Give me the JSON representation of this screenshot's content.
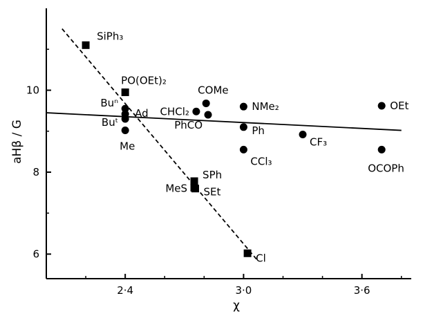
{
  "chart_data": {
    "type": "scatter",
    "xlabel": "χ",
    "ylabel": "aHβ / G",
    "xlim": [
      2.0,
      3.85
    ],
    "ylim": [
      5.4,
      12.0
    ],
    "xticks": [
      {
        "value": 2.4,
        "label": "2·4"
      },
      {
        "value": 3.0,
        "label": "3·0"
      },
      {
        "value": 3.6,
        "label": "3·6"
      }
    ],
    "yticks": [
      {
        "value": 6,
        "label": "6"
      },
      {
        "value": 8,
        "label": "8"
      },
      {
        "value": 10,
        "label": "10"
      }
    ],
    "grid": false,
    "legend": "none",
    "series": [
      {
        "marker": "square",
        "points": [
          {
            "x": 2.2,
            "y": 11.1,
            "label": "SiPh₃"
          },
          {
            "x": 2.4,
            "y": 9.95,
            "label": "PO(OEt)₂"
          },
          {
            "x": 2.75,
            "y": 7.78,
            "label": "SPh"
          },
          {
            "x": 2.75,
            "y": 7.62,
            "label": "MeS"
          },
          {
            "x": 2.755,
            "y": 7.6,
            "label": "SEt"
          },
          {
            "x": 3.02,
            "y": 6.02,
            "label": "Cl"
          }
        ],
        "fit_line": {
          "style": "dashed",
          "from": [
            2.08,
            11.5
          ],
          "to": [
            3.07,
            5.85
          ]
        }
      },
      {
        "marker": "circle",
        "points": [
          {
            "x": 2.4,
            "y": 9.55,
            "label": "Buⁿ"
          },
          {
            "x": 2.4,
            "y": 9.42,
            "label": "Ad"
          },
          {
            "x": 2.4,
            "y": 9.3,
            "label": "Buᵗ"
          },
          {
            "x": 2.4,
            "y": 9.02,
            "label": "Me"
          },
          {
            "x": 2.76,
            "y": 9.48,
            "label": "CHCl₂"
          },
          {
            "x": 2.81,
            "y": 9.68,
            "label": "COMe"
          },
          {
            "x": 2.82,
            "y": 9.4,
            "label": "PhCO"
          },
          {
            "x": 3.0,
            "y": 9.6,
            "label": "NMe₂"
          },
          {
            "x": 3.0,
            "y": 9.1,
            "label": "Ph"
          },
          {
            "x": 3.0,
            "y": 8.55,
            "label": "CCl₃"
          },
          {
            "x": 3.3,
            "y": 8.92,
            "label": "CF₃"
          },
          {
            "x": 3.7,
            "y": 9.62,
            "label": "OEt"
          },
          {
            "x": 3.7,
            "y": 8.55,
            "label": "OCOPh"
          }
        ],
        "fit_line": {
          "style": "solid",
          "from": [
            2.0,
            9.45
          ],
          "to": [
            3.8,
            9.02
          ]
        }
      }
    ]
  }
}
